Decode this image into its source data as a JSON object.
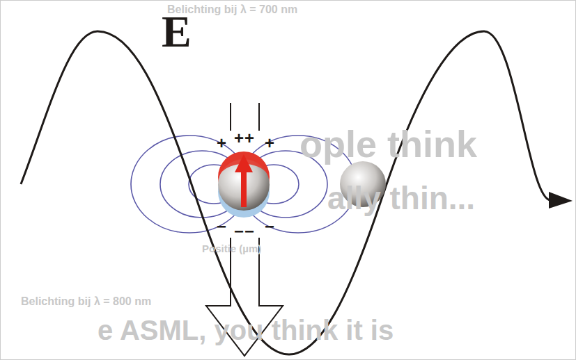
{
  "diagram": {
    "labels": [
      "E",
      "+",
      "+",
      "+",
      "+",
      "−",
      "−",
      "−",
      "−",
      "Belichting bij λ = 700 nm",
      "Belichting bij λ = 800 nm",
      "Positie (µm)",
      "ople think",
      "ally thin...",
      "e ASML, you think it is"
    ]
  }
}
